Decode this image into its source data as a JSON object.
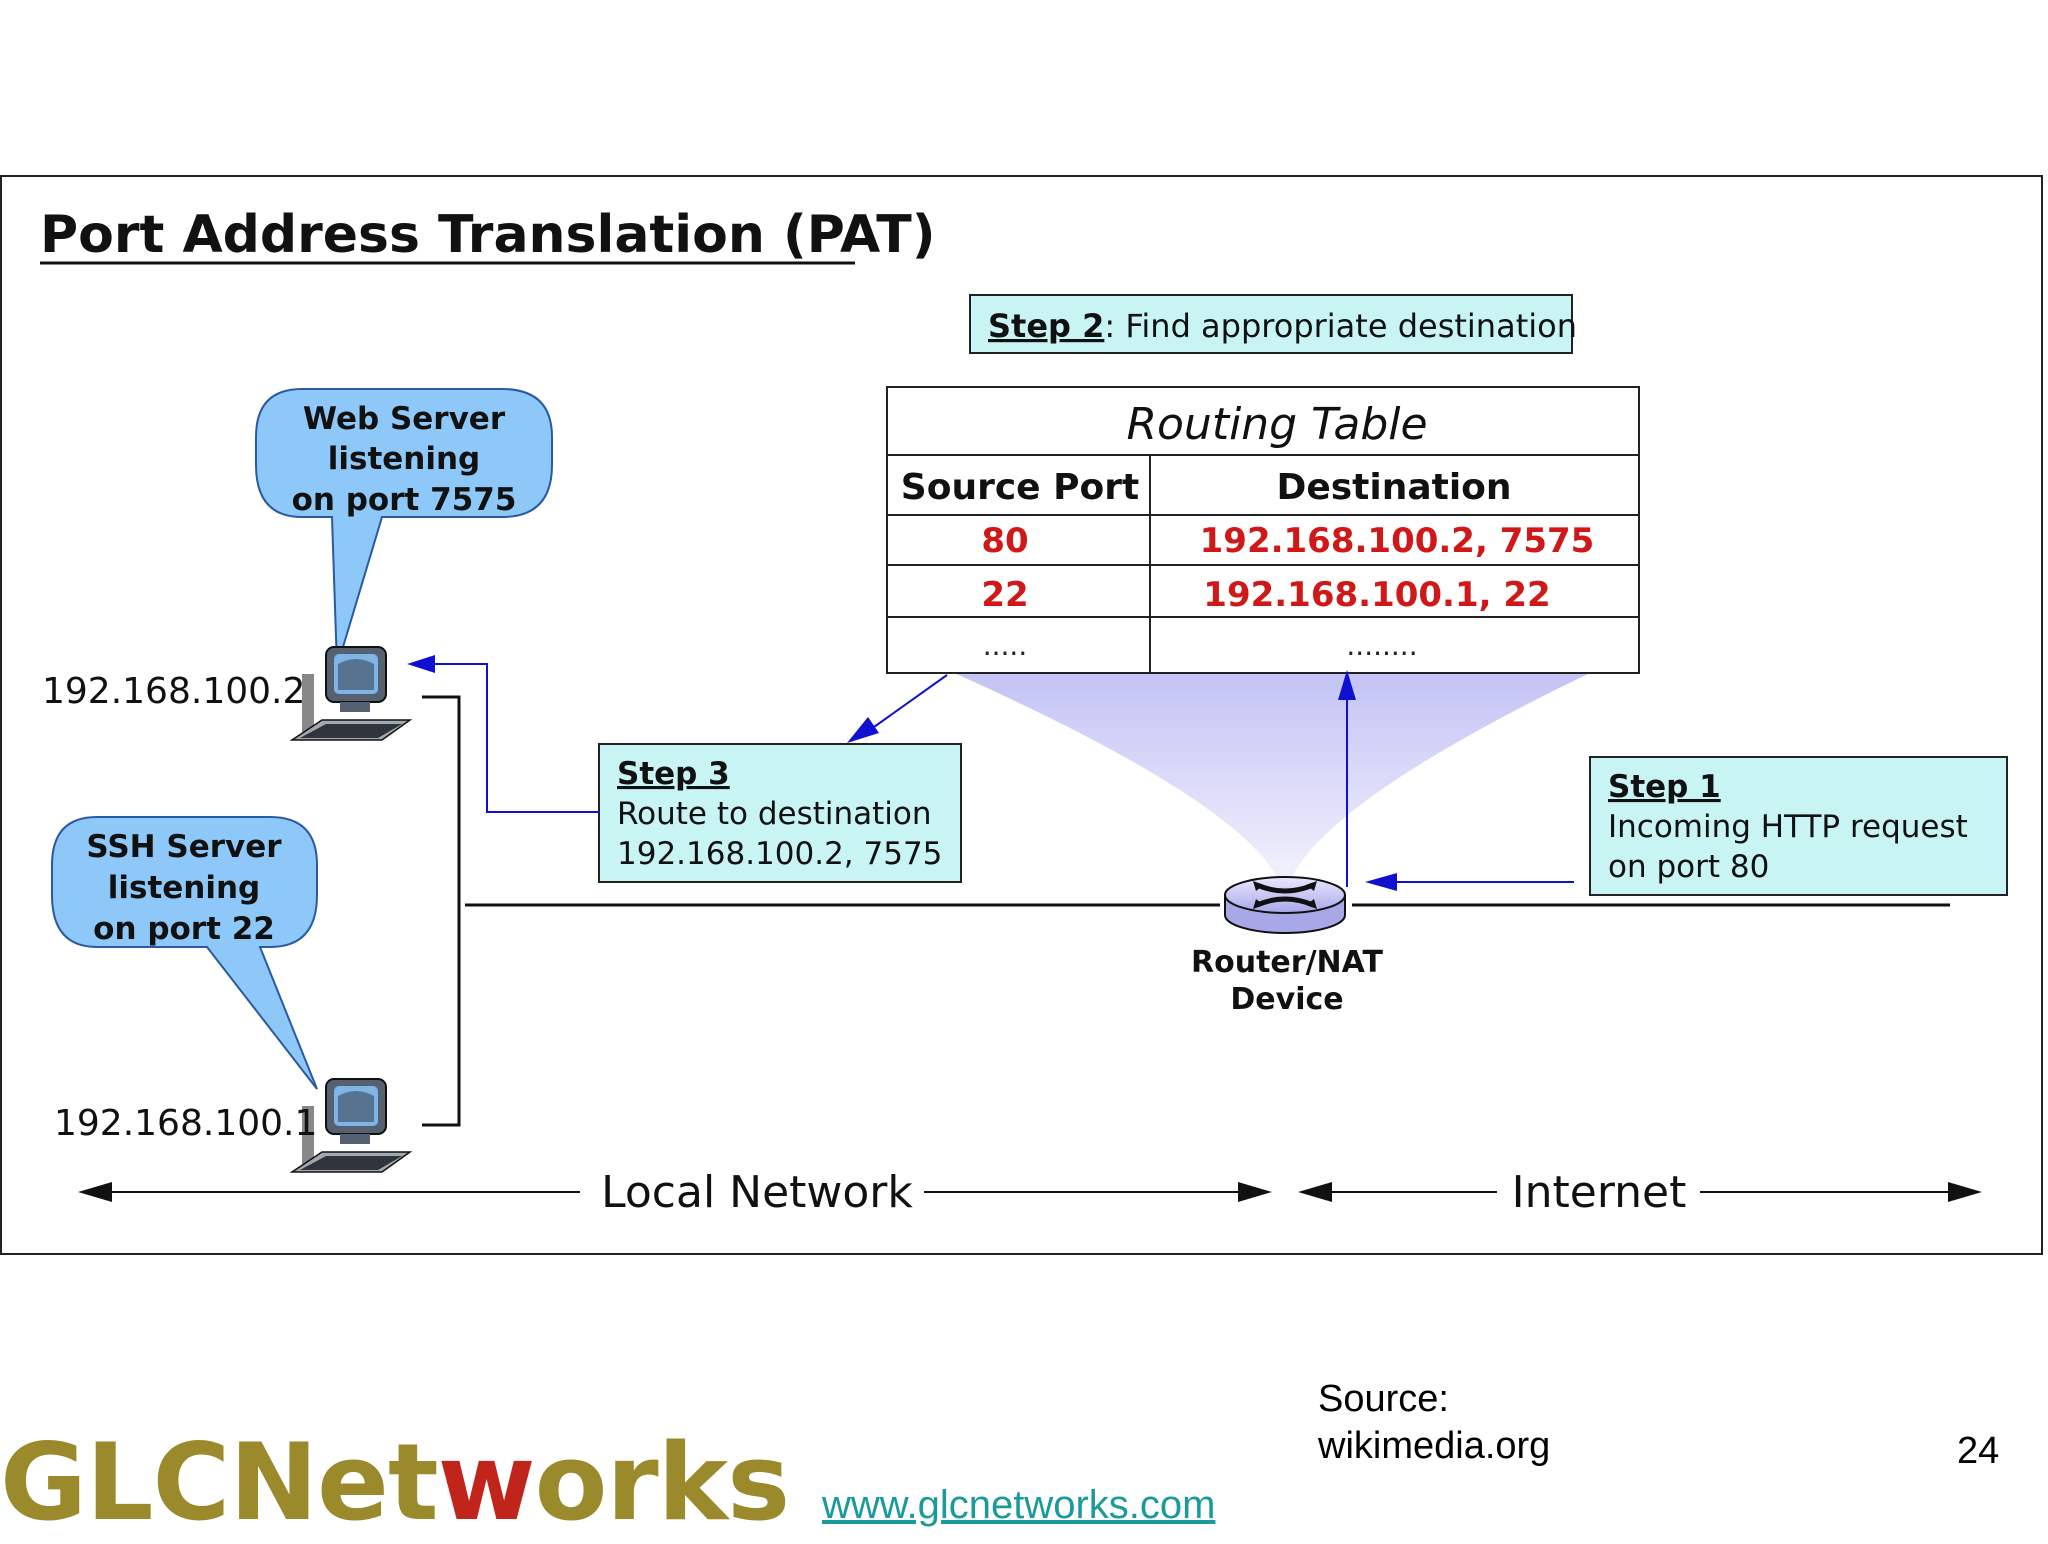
{
  "title": "Port Address Translation (PAT)",
  "step2": {
    "label": "Step 2",
    "text": ": Find appropriate destination"
  },
  "routing_table": {
    "title": "Routing Table",
    "headers": [
      "Source Port",
      "Destination"
    ],
    "rows": [
      [
        "80",
        "192.168.100.2, 7575"
      ],
      [
        "22",
        "192.168.100.1, 22"
      ],
      [
        ".....",
        "........"
      ]
    ]
  },
  "web_server_callout": [
    "Web Server",
    "listening",
    "on port 7575"
  ],
  "ssh_server_callout": [
    "SSH Server",
    "listening",
    "on port 22"
  ],
  "host_web_ip": "192.168.100.2",
  "host_ssh_ip": "192.168.100.1",
  "step3": {
    "label": "Step 3",
    "lines": [
      "Route to destination",
      "192.168.100.2, 7575"
    ]
  },
  "step1": {
    "label": "Step 1",
    "lines": [
      "Incoming HTTP request",
      "on port 80"
    ]
  },
  "router_label": [
    "Router/NAT",
    "Device"
  ],
  "local_network_label": "Local Network",
  "internet_label": "Internet",
  "source_label": "Source:",
  "source_value": "wikimedia.org",
  "website": "www.glcnetworks.com",
  "page_number": "24",
  "logo": {
    "part1": "GLCNet",
    "part2": "w",
    "part3": "orks"
  },
  "colors": {
    "step_box_fill": "#c8f4f4",
    "callout_fill": "#8ec8f8",
    "table_value_red": "#d01818",
    "arrow_blue": "#1010d0",
    "logo_gold": "#9b8a2c",
    "logo_red": "#c0241a"
  }
}
